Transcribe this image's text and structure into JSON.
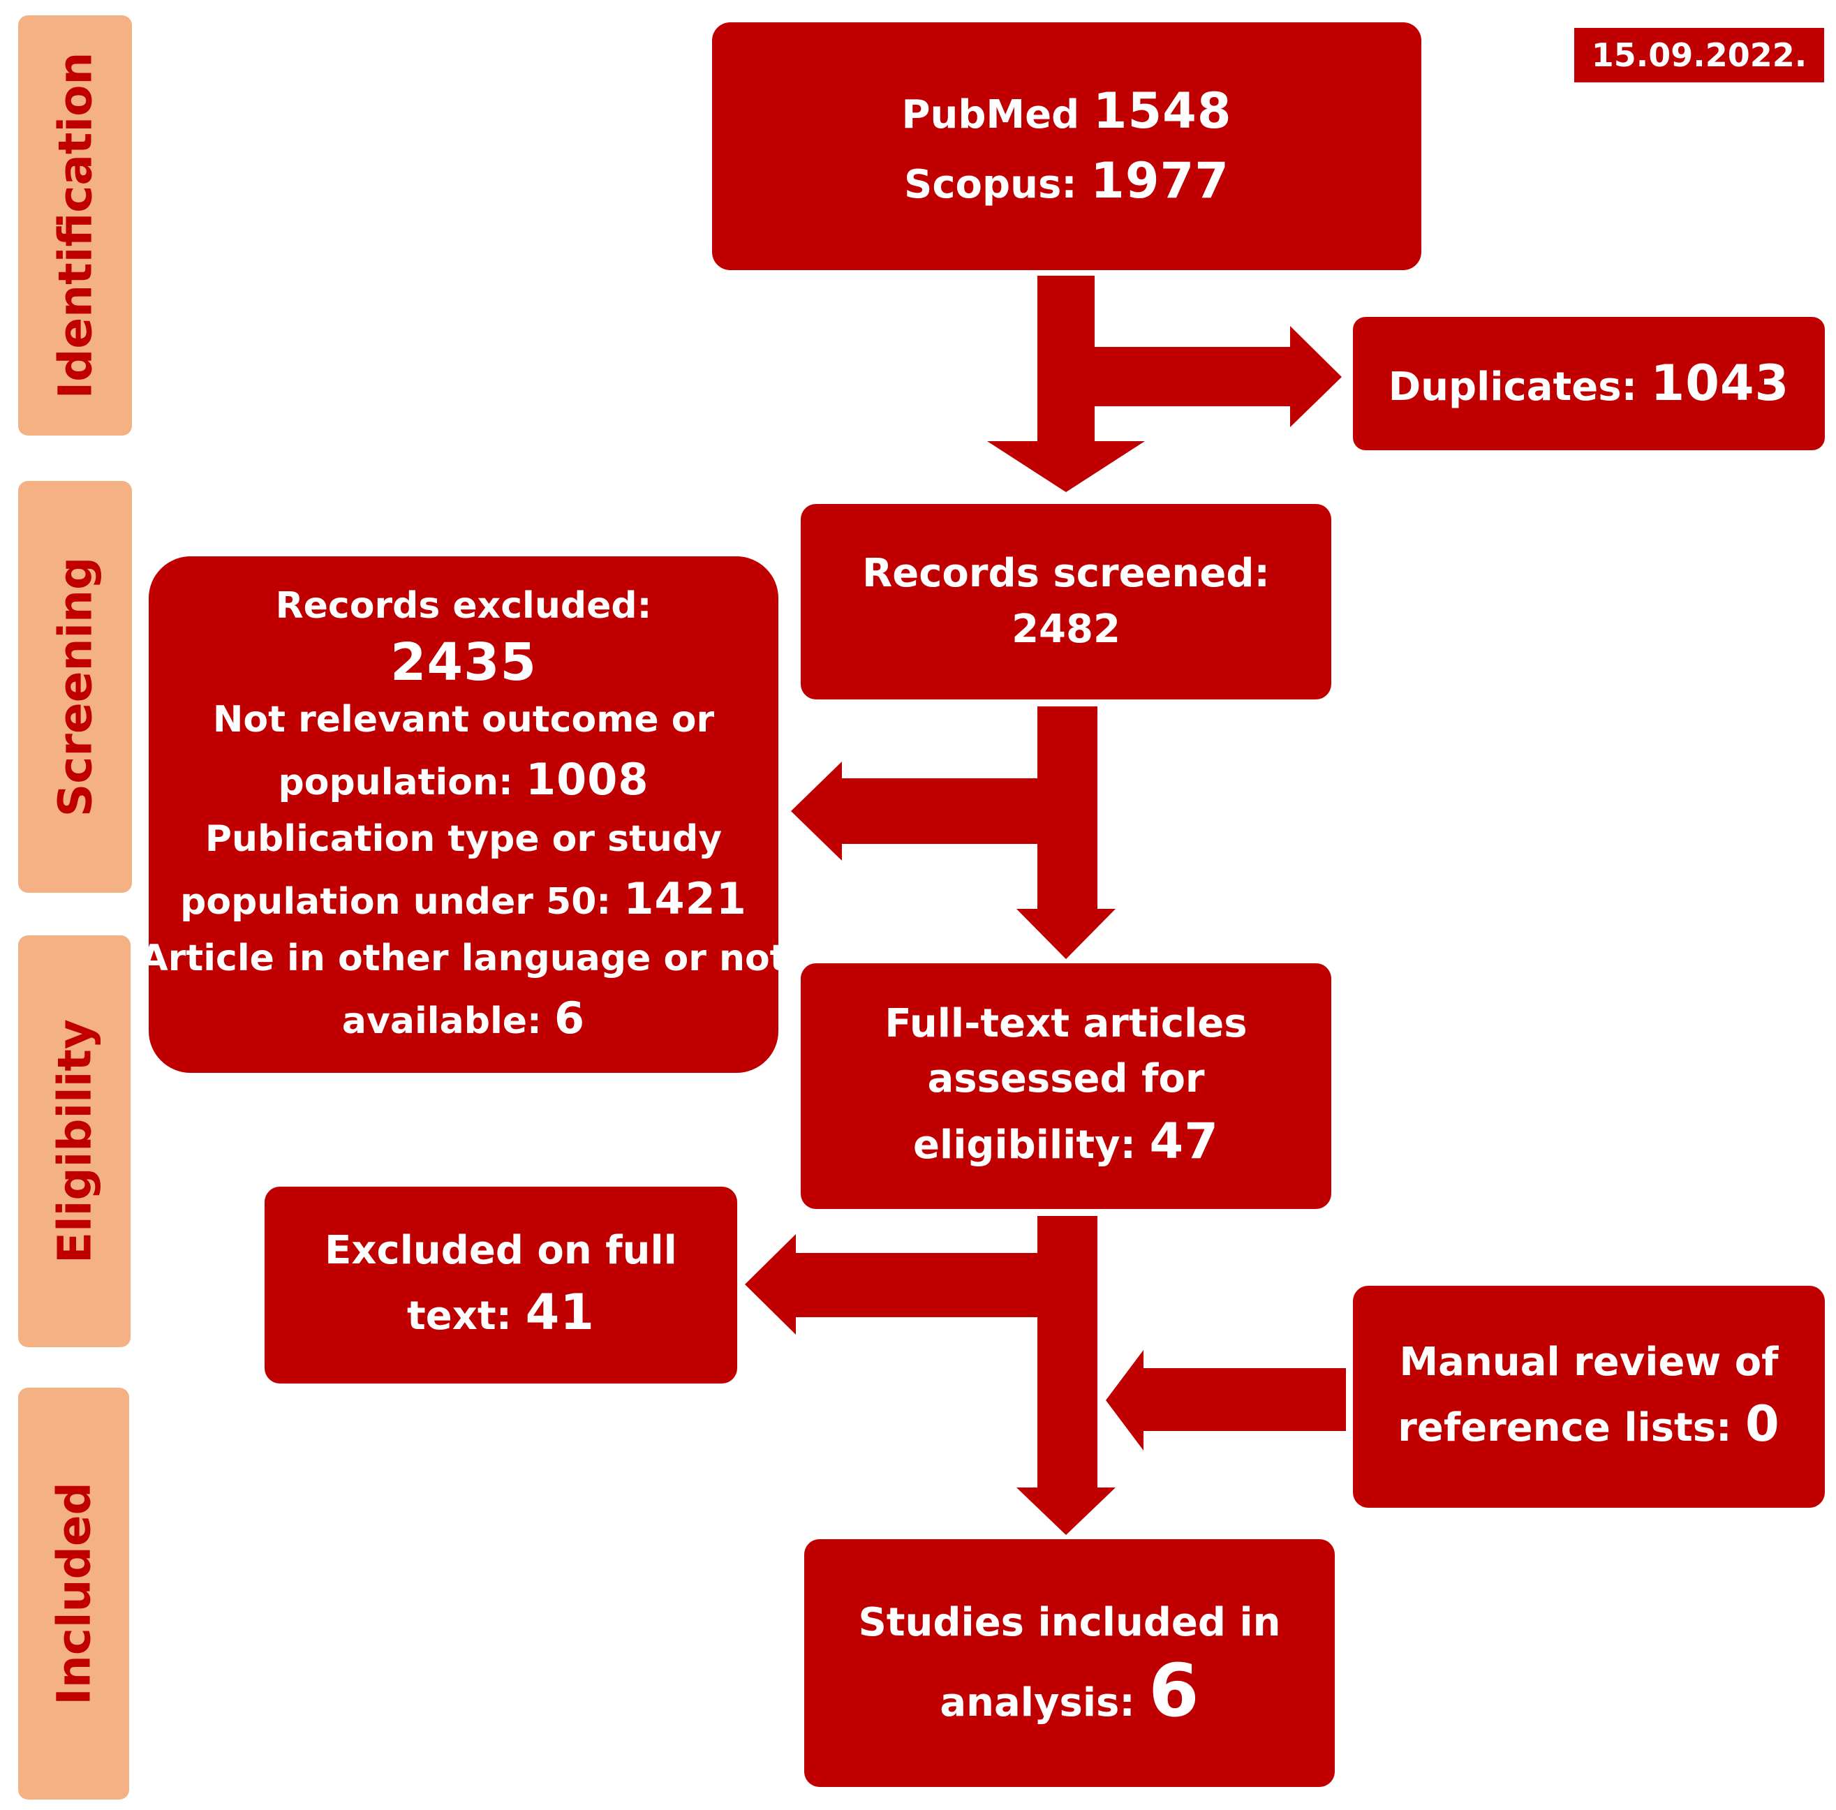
{
  "phases": {
    "identification": "Identification",
    "screening": "Screening",
    "eligibility": "Eligibility",
    "included": "Included"
  },
  "date": "15.09.2022.",
  "identification_box": {
    "pubmed_label": "PubMed",
    "pubmed_count": "1548",
    "scopus_label": "Scopus:",
    "scopus_count": "1977"
  },
  "duplicates_box": {
    "label": "Duplicates:",
    "count": "1043"
  },
  "screened_box": {
    "label": "Records screened:",
    "count": "2482"
  },
  "excluded_box": {
    "label": "Records excluded:",
    "count": "2435",
    "reason1_line1": "Not relevant outcome or",
    "reason1_line2": "population:",
    "reason1_count": "1008",
    "reason2_line1": "Publication type or study",
    "reason2_line2": "population under 50:",
    "reason2_count": "1421",
    "reason3_line1": "Article in other language or not",
    "reason3_line2": "available:",
    "reason3_count": "6"
  },
  "fulltext_box": {
    "line1": "Full-text articles",
    "line2": "assessed for",
    "line3": "eligibility:",
    "count": "47"
  },
  "excluded_fulltext_box": {
    "line1": "Excluded on full",
    "line2": "text:",
    "count": "41"
  },
  "manual_review_box": {
    "line1": "Manual review of",
    "line2": "reference lists:",
    "count": "0"
  },
  "included_box": {
    "line1": "Studies included in",
    "line2": "analysis:",
    "count": "6"
  },
  "colors": {
    "box": "#c00000",
    "phase_band": "#f4b183",
    "phase_text": "#c00000",
    "box_text": "#ffffff"
  }
}
